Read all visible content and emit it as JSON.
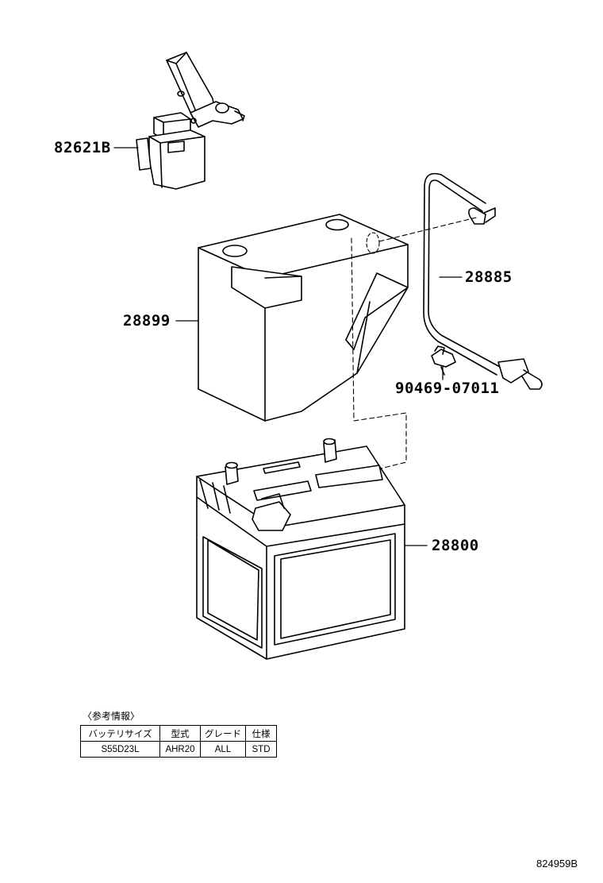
{
  "parts": {
    "clamp": "82621B",
    "cover": "28899",
    "vent_hose": "28885",
    "clip": "90469-07011",
    "battery": "28800"
  },
  "reference": {
    "caption": "〈参考情報〉",
    "headers": [
      "バッテリサイズ",
      "型式",
      "グレード",
      "仕様"
    ],
    "row": [
      "S55D23L",
      "AHR20",
      "ALL",
      "STD"
    ]
  },
  "drawing_code": "824959B"
}
